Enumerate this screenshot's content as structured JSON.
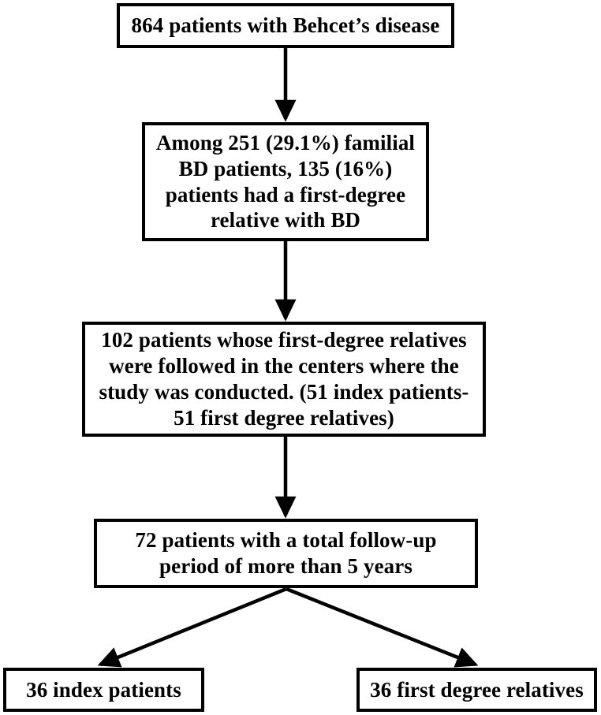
{
  "figure": {
    "type": "flowchart",
    "orientation": "top-to-bottom",
    "background_color": "#ffffff",
    "line_color": "#000000",
    "text_color": "#000000"
  },
  "nodes": {
    "total_patients": {
      "id": "box-total",
      "label": "864 patients with Behcet’s disease",
      "count": 864
    },
    "familial_patients": {
      "id": "box-familial",
      "label": "Among 251 (29.1%) familial\nBD patients, 135 (16%)\npatients had a first-degree\nrelative with BD",
      "familial_count": 251,
      "familial_percent": "29.1%",
      "first_degree_count": 135,
      "first_degree_percent": "16%"
    },
    "followed_patients": {
      "id": "box-followed",
      "label": "102 patients whose first-degree relatives\nwere followed in the centers where the\nstudy was conducted. (51 index patients-\n51 first degree relatives)",
      "count": 102,
      "index_patients": 51,
      "first_degree_relatives": 51
    },
    "followup_patients": {
      "id": "box-followup",
      "label": "72 patients with a total follow-up\nperiod of more than 5 years",
      "count": 72,
      "minimum_years": 5
    },
    "index_patients": {
      "id": "box-index",
      "label": "36 index patients",
      "count": 36
    },
    "first_degree_relatives": {
      "id": "box-relatives",
      "label": "36 first degree relatives",
      "count": 36
    }
  },
  "edges": [
    {
      "name": "edge-total-to-familial",
      "from": "total_patients",
      "to": "familial_patients",
      "style": "straight-arrow-down"
    },
    {
      "name": "edge-familial-to-followed",
      "from": "familial_patients",
      "to": "followed_patients",
      "style": "straight-arrow-down"
    },
    {
      "name": "edge-followed-to-followup",
      "from": "followed_patients",
      "to": "followup_patients",
      "style": "straight-arrow-down"
    },
    {
      "name": "edge-followup-to-index",
      "from": "followup_patients",
      "to": "index_patients",
      "style": "diagonal-arrow-down-left"
    },
    {
      "name": "edge-followup-to-relatives",
      "from": "followup_patients",
      "to": "first_degree_relatives",
      "style": "diagonal-arrow-down-right"
    }
  ]
}
